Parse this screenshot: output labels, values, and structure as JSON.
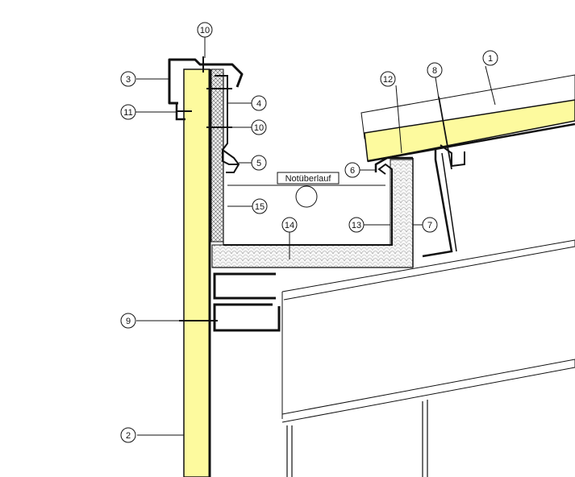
{
  "colors": {
    "insulation": "#fdfa9e",
    "line": "#111111",
    "fill_light": "#f4f4f4",
    "background": "#ffffff"
  },
  "label": {
    "emergency_overflow": "Notüberlauf"
  },
  "callouts": [
    {
      "id": "c1",
      "text": "1"
    },
    {
      "id": "c2",
      "text": "2"
    },
    {
      "id": "c3",
      "text": "3"
    },
    {
      "id": "c4",
      "text": "4"
    },
    {
      "id": "c5",
      "text": "5"
    },
    {
      "id": "c6",
      "text": "6"
    },
    {
      "id": "c7",
      "text": "7"
    },
    {
      "id": "c8",
      "text": "8"
    },
    {
      "id": "c9",
      "text": "9"
    },
    {
      "id": "c10a",
      "text": "10"
    },
    {
      "id": "c10b",
      "text": "10"
    },
    {
      "id": "c11",
      "text": "11"
    },
    {
      "id": "c12",
      "text": "12"
    },
    {
      "id": "c13",
      "text": "13"
    },
    {
      "id": "c14",
      "text": "14"
    },
    {
      "id": "c15",
      "text": "15"
    }
  ]
}
